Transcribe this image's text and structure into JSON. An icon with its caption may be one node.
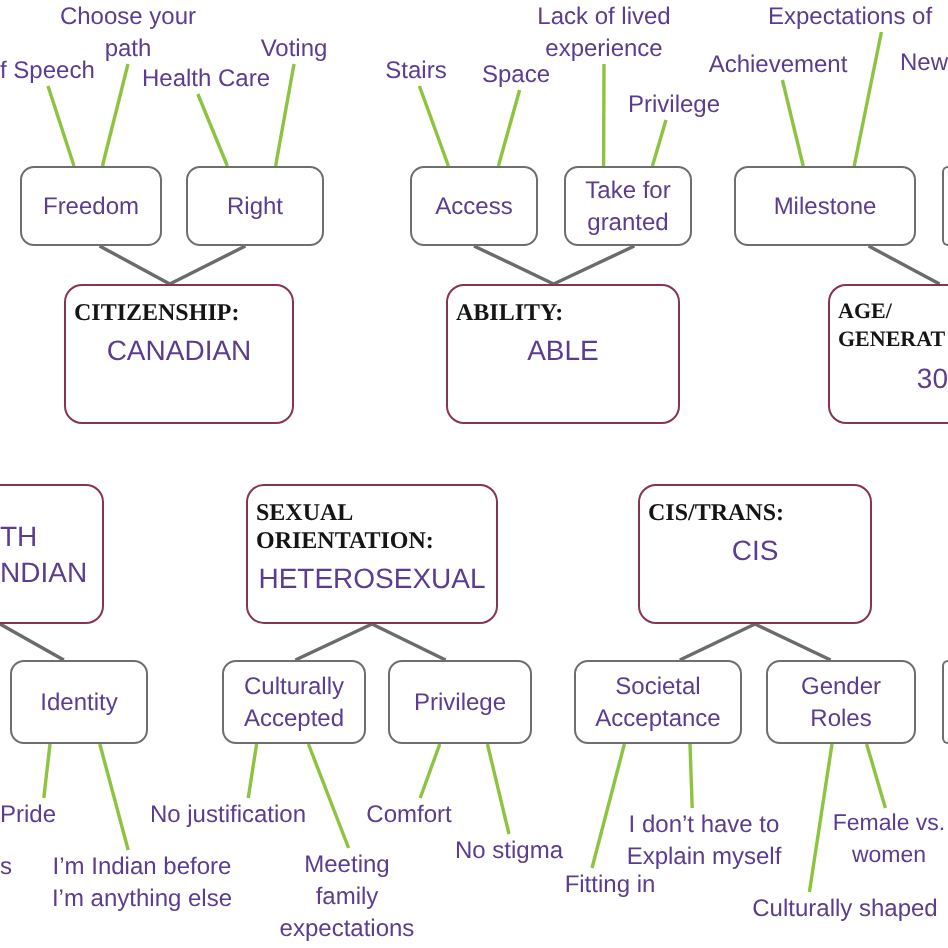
{
  "diagram": {
    "nodes": [
      {
        "text": [
          "f Speech"
        ]
      },
      {
        "text": [
          "Choose your path"
        ]
      },
      {
        "text": [
          "Health Care"
        ]
      },
      {
        "text": [
          "Voting"
        ]
      },
      {
        "text": [
          "Stairs"
        ]
      },
      {
        "text": [
          "Space"
        ]
      },
      {
        "text": [
          "Lack of lived experience"
        ]
      },
      {
        "text": [
          "Privilege"
        ]
      },
      {
        "text": [
          "Achievement"
        ]
      },
      {
        "text": [
          "Expectations of"
        ]
      },
      {
        "text": [
          "Freedom"
        ]
      },
      {
        "text": [
          "Right"
        ]
      },
      {
        "text": [
          "Access"
        ]
      },
      {
        "text": [
          "Take for granted"
        ]
      },
      {
        "text": [
          "Milestone"
        ]
      },
      {
        "text": [],
        "shape": "box"
      },
      {
        "text": [
          "CITIZENSHIP:",
          "CANADIAN"
        ]
      },
      {
        "text": [
          "ABILITY:",
          "ABLE"
        ]
      },
      {
        "text": [
          "AGE/ GENERAT",
          "30"
        ]
      },
      {
        "text": [
          "TH NDIAN"
        ]
      },
      {
        "text": [
          "SEXUAL ORIENTATION:",
          "HETEROSEXUAL"
        ]
      },
      {
        "text": [
          "CIS/TRANS:",
          "CIS"
        ]
      },
      {
        "text": [
          "Identity"
        ]
      },
      {
        "text": [
          "Culturally Accepted"
        ]
      },
      {
        "text": [
          "Privilege"
        ]
      },
      {
        "text": [
          "Societal Acceptance"
        ]
      },
      {
        "text": [
          "Gender Roles"
        ]
      },
      {
        "text": [],
        "shape": "box"
      },
      {
        "text": [
          "Pride"
        ]
      },
      {
        "text": [
          "No justification"
        ]
      },
      {
        "text": [
          "Comfort"
        ]
      },
      {
        "text": [
          "I don’t have to Explain myself"
        ]
      },
      {
        "text": [
          "Female vs. women"
        ]
      },
      {
        "text": [
          "No stigma"
        ]
      },
      {
        "text": [
          "I’m Indian before I’m anything else"
        ]
      },
      {
        "text": [
          "Meeting family expectations"
        ]
      },
      {
        "text": [
          "Fitting in"
        ]
      },
      {
        "text": [
          "Culturally shaped"
        ]
      }
    ],
    "edges": [
      {
        "from": 10,
        "to": 0,
        "arrow": "none"
      },
      {
        "from": 10,
        "to": 1,
        "arrow": "none"
      },
      {
        "from": 11,
        "to": 2,
        "arrow": "none"
      },
      {
        "from": 11,
        "to": 3,
        "arrow": "none"
      },
      {
        "from": 12,
        "to": 4,
        "arrow": "none"
      },
      {
        "from": 12,
        "to": 5,
        "arrow": "none"
      },
      {
        "from": 13,
        "to": 6,
        "arrow": "none"
      },
      {
        "from": 13,
        "to": 7,
        "arrow": "none"
      },
      {
        "from": 14,
        "to": 8,
        "arrow": "none"
      },
      {
        "from": 14,
        "to": 9,
        "arrow": "none"
      },
      {
        "from": 16,
        "to": 10,
        "arrow": "none",
        "color": "#6b6b6b"
      },
      {
        "from": 16,
        "to": 11,
        "arrow": "none",
        "color": "#6b6b6b"
      },
      {
        "from": 17,
        "to": 12,
        "arrow": "none",
        "color": "#6b6b6b"
      },
      {
        "from": 17,
        "to": 13,
        "arrow": "none",
        "color": "#6b6b6b"
      },
      {
        "from": 18,
        "to": 14,
        "arrow": "none",
        "color": "#6b6b6b"
      },
      {
        "from": 19,
        "to": 22,
        "arrow": "none",
        "color": "#6b6b6b"
      },
      {
        "from": 20,
        "to": 23,
        "arrow": "none",
        "color": "#6b6b6b"
      },
      {
        "from": 20,
        "to": 24,
        "arrow": "none",
        "color": "#6b6b6b"
      },
      {
        "from": 21,
        "to": 25,
        "arrow": "none",
        "color": "#6b6b6b"
      },
      {
        "from": 21,
        "to": 26,
        "arrow": "none",
        "color": "#6b6b6b"
      },
      {
        "from": 22,
        "to": 28,
        "arrow": "none"
      },
      {
        "from": 22,
        "to": 34,
        "arrow": "none"
      },
      {
        "from": 23,
        "to": 29,
        "arrow": "none"
      },
      {
        "from": 23,
        "to": 35,
        "arrow": "none"
      },
      {
        "from": 24,
        "to": 30,
        "arrow": "none"
      },
      {
        "from": 24,
        "to": 33,
        "arrow": "none"
      },
      {
        "from": 25,
        "to": 36,
        "arrow": "none"
      },
      {
        "from": 25,
        "to": 31,
        "arrow": "none"
      },
      {
        "from": 26,
        "to": 37,
        "arrow": "none"
      },
      {
        "from": 26,
        "to": 32,
        "arrow": "none"
      }
    ],
    "labels": [
      "New",
      "s"
    ]
  }
}
